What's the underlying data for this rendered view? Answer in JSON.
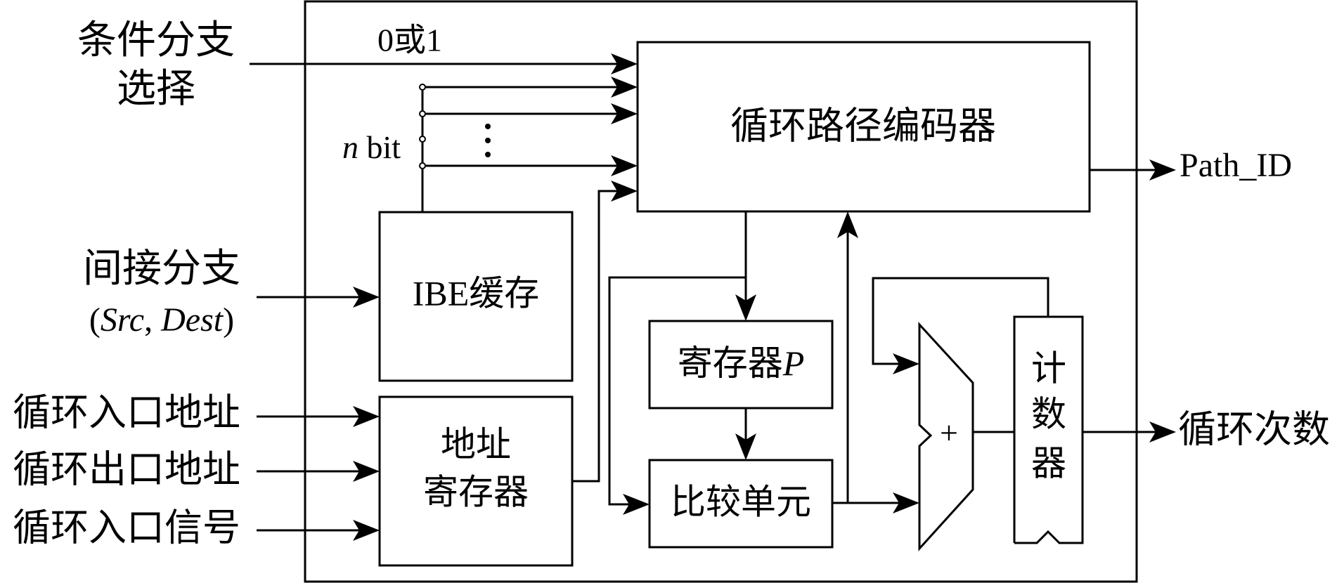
{
  "inputs": {
    "conditional_branch": [
      "条件分支",
      "选择"
    ],
    "branch_value": "0或1",
    "n_bit_var": "n",
    "n_bit_unit": "bit",
    "indirect_branch": "间接分支",
    "indirect_params": {
      "open": "(",
      "src": "Src",
      "comma": ", ",
      "dest": "Dest",
      "close": ")"
    },
    "loop_entry_address": "循环入口地址",
    "loop_exit_address": "循环出口地址",
    "loop_entry_signal": "循环入口信号"
  },
  "blocks": {
    "path_encoder": "循环路径编码器",
    "ibe_cache": "IBE缓存",
    "address_register": [
      "地址",
      "寄存器"
    ],
    "register_p": {
      "name": "寄存器",
      "var": "P"
    },
    "compare_unit": "比较单元",
    "adder_symbol": "+",
    "counter": [
      "计",
      "数",
      "器"
    ]
  },
  "outputs": {
    "path_id": "Path_ID",
    "loop_count": "循环次数"
  }
}
